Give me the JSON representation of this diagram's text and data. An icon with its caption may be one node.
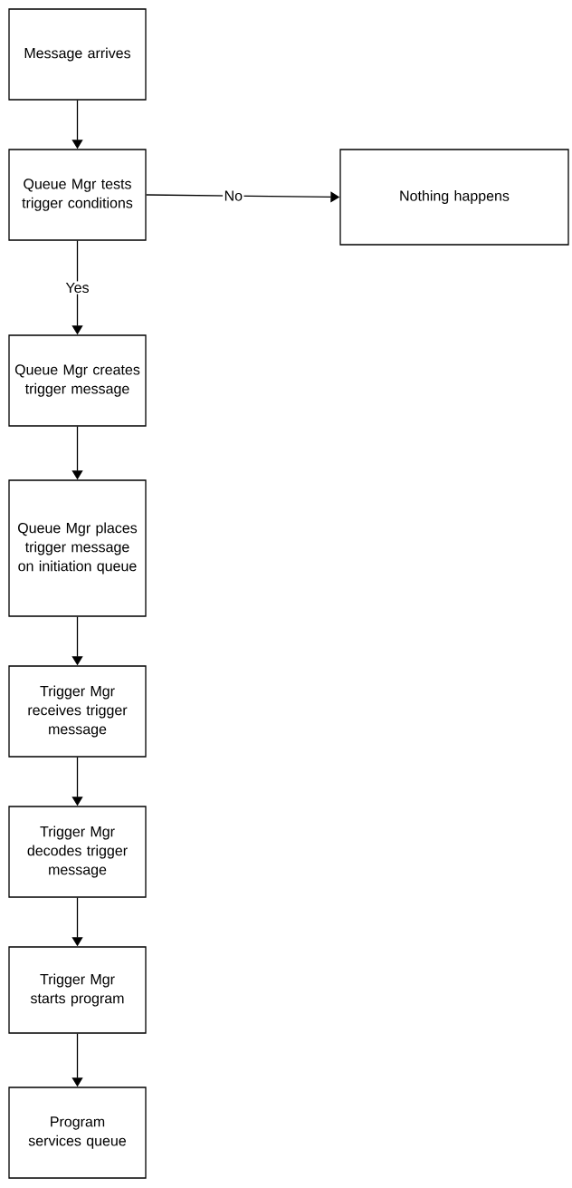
{
  "diagram": {
    "nodes": [
      {
        "text": [
          "Message arrives"
        ]
      },
      {
        "text": [
          "Queue Mgr tests trigger conditions"
        ]
      },
      {
        "text": [
          "Nothing happens"
        ]
      },
      {
        "text": [
          "Queue Mgr creates trigger message"
        ]
      },
      {
        "text": [
          "Queue Mgr places trigger message on initiation queue"
        ]
      },
      {
        "text": [
          "Trigger Mgr receives trigger message"
        ]
      },
      {
        "text": [
          "Trigger Mgr decodes trigger message"
        ]
      },
      {
        "text": [
          "Trigger Mgr starts program"
        ]
      },
      {
        "text": [
          "Program services queue"
        ]
      }
    ],
    "edges": [
      {
        "from": 0,
        "to": 1,
        "arrow": "to"
      },
      {
        "from": 1,
        "to": 2,
        "arrow": "to",
        "label": "No"
      },
      {
        "from": 1,
        "to": 3,
        "arrow": "to",
        "label": "Yes"
      },
      {
        "from": 3,
        "to": 4,
        "arrow": "to"
      },
      {
        "from": 4,
        "to": 5,
        "arrow": "to"
      },
      {
        "from": 5,
        "to": 6,
        "arrow": "to"
      },
      {
        "from": 6,
        "to": 7,
        "arrow": "to"
      },
      {
        "from": 7,
        "to": 8,
        "arrow": "to"
      }
    ]
  }
}
